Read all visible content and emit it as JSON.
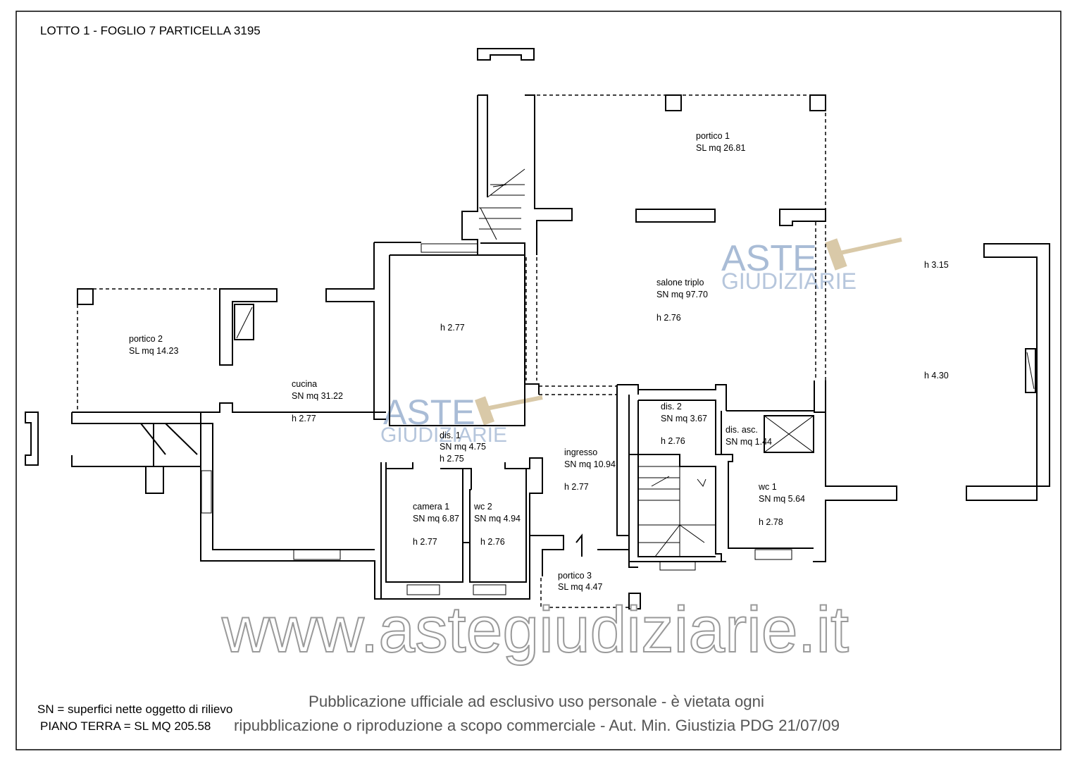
{
  "title": "LOTTO 1 - FOGLIO 7 PARTICELLA 3195",
  "rooms": {
    "portico1": {
      "name": "portico 1",
      "area": "SL mq 26.81"
    },
    "salone": {
      "name": "salone triplo",
      "area": "SN mq 97.70",
      "height": "h 2.76"
    },
    "portico2": {
      "name": "portico 2",
      "area": "SL mq 14.23"
    },
    "unnamed_room": {
      "height": "h 2.77"
    },
    "cucina": {
      "name": "cucina",
      "area": "SN mq 31.22",
      "height": "h 2.77"
    },
    "dis1": {
      "name": "dis. 1",
      "area": "SN mq 4.75",
      "height": "h 2.75"
    },
    "ingresso": {
      "name": "ingresso",
      "area": "SN mq 10.94",
      "height": "h 2.77"
    },
    "dis2": {
      "name": "dis. 2",
      "area": "SN mq 3.67",
      "height": "h 2.76"
    },
    "disasc": {
      "name": "dis. asc.",
      "area": "SN mq 1.44"
    },
    "wc1": {
      "name": "wc 1",
      "area": "SN mq 5.64",
      "height": "h 2.78"
    },
    "camera1": {
      "name": "camera 1",
      "area": "SN mq 6.87",
      "height": "h 2.77"
    },
    "wc2": {
      "name": "wc 2",
      "area": "SN mq 4.94",
      "height": "h 2.76"
    },
    "portico3": {
      "name": "portico 3",
      "area": "SL mq 4.47"
    }
  },
  "heights": {
    "h315": "h 3.15",
    "h430": "h 4.30"
  },
  "legend": {
    "line1": "SN = superfici nette oggetto di rilievo",
    "line2": "PIANO TERRA = SL MQ 205.58"
  },
  "watermark": {
    "logo_top": "ASTE",
    "logo_bottom": "GIUDIZIARIE",
    "site": "www.astegiudiziarie.it",
    "notice1": "Pubblicazione ufficiale ad esclusivo uso personale - è vietata ogni",
    "notice2": "ripubblicazione o riproduzione a scopo commerciale - Aut. Min. Giustizia PDG 21/07/09"
  }
}
